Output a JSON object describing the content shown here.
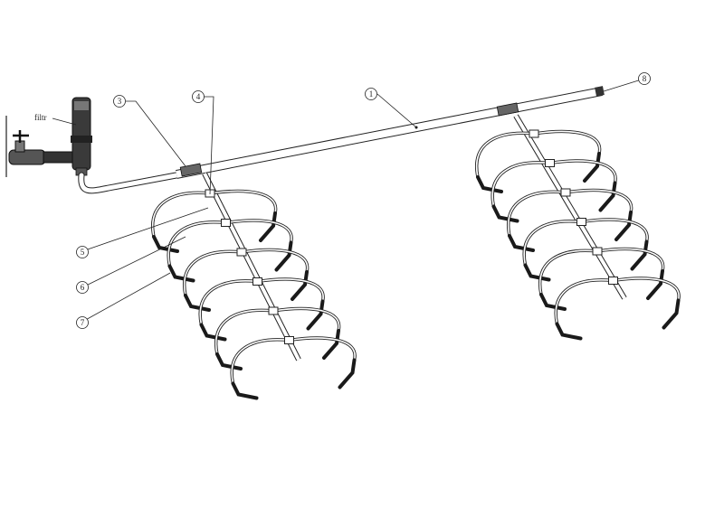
{
  "diagram": {
    "filter_label": "filtr",
    "callouts": [
      {
        "id": "c1",
        "label": "1"
      },
      {
        "id": "c2",
        "label": "3"
      },
      {
        "id": "c3",
        "label": "4"
      },
      {
        "id": "c4",
        "label": "5"
      },
      {
        "id": "c5",
        "label": "6"
      },
      {
        "id": "c6",
        "label": "7"
      },
      {
        "id": "c7",
        "label": "8"
      }
    ],
    "colors": {
      "line": "#222222",
      "fill": "#ffffff",
      "dark": "#1a1a1a"
    }
  }
}
